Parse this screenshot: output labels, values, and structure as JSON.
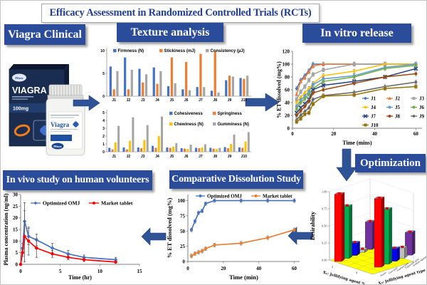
{
  "title": "Efficacy Assessment in Randomized Controlled Trials (RCTs)",
  "colors": {
    "header_bg": "#2b4c9b",
    "title_text": "#1f3d99",
    "arrow": "#2f5396"
  },
  "panels": {
    "viagra": {
      "label": "Viagra Clinical",
      "product": {
        "box_brand": "VIAGRA",
        "box_dose": "100mg",
        "bottle_brand": "Viagra",
        "maker": "Pfizer"
      }
    },
    "texture": {
      "label": "Texture analysis"
    },
    "invitro": {
      "label": "In vitro release"
    },
    "optimization": {
      "label": "Optimization"
    },
    "invivo": {
      "label": "In vivo study on human volunteers"
    },
    "dissolution": {
      "label": "Comparative Dissolution Study"
    }
  },
  "chart_data": [
    {
      "id": "texture-top",
      "type": "bar",
      "categories": [
        "J1",
        "J2",
        "J3",
        "J4",
        "J5",
        "J6",
        "J7",
        "J8",
        "J9",
        "J10"
      ],
      "ylim": [
        0,
        10
      ],
      "yticks": [
        0,
        5,
        10
      ],
      "series": [
        {
          "name": "Firmness (N)",
          "color": "#4472C4",
          "values": [
            6.5,
            8.5,
            6.0,
            6.3,
            2.2,
            1.5,
            2.0,
            1.2,
            3.5,
            4.0
          ]
        },
        {
          "name": "Stickiness (mJ)",
          "color": "#ED7D31",
          "values": [
            1.5,
            1.5,
            3.0,
            2.7,
            8.5,
            7.5,
            9.3,
            9.8,
            4.5,
            3.8
          ]
        },
        {
          "name": "Consistency (µJ)",
          "color": "#A5A5A5",
          "values": [
            5.5,
            5.8,
            4.8,
            5.5,
            2.8,
            1.3,
            2.0,
            0.8,
            4.3,
            4.5
          ]
        }
      ]
    },
    {
      "id": "texture-bottom",
      "type": "bar",
      "categories": [
        "J1",
        "J2",
        "J3",
        "J4",
        "J5",
        "J6",
        "J7",
        "J8",
        "J9",
        "J10"
      ],
      "ylim": [
        0,
        5
      ],
      "yticks": [
        0,
        1,
        2,
        3,
        4,
        5
      ],
      "series": [
        {
          "name": "Cohesiveness",
          "color": "#4472C4",
          "values": [
            0.5,
            0.55,
            0.55,
            0.75,
            0.55,
            0.45,
            0.5,
            0.5,
            0.6,
            0.55
          ]
        },
        {
          "name": "Springiness",
          "color": "#ED7D31",
          "values": [
            0.3,
            0.3,
            0.45,
            0.5,
            0.5,
            0.4,
            0.45,
            0.4,
            0.45,
            0.5
          ]
        },
        {
          "name": "Chewiness (N)",
          "color": "#FFC000",
          "values": [
            1.2,
            1.4,
            1.5,
            2.0,
            0.65,
            0.35,
            0.55,
            0.35,
            1.0,
            1.3
          ]
        },
        {
          "name": "Gumminess (N)",
          "color": "#A5A5A5",
          "values": [
            3.3,
            4.4,
            3.4,
            4.5,
            1.1,
            0.9,
            0.95,
            0.5,
            2.2,
            2.5
          ]
        }
      ]
    },
    {
      "id": "invitro-release",
      "type": "line",
      "x": [
        2,
        4,
        6,
        8,
        10,
        15,
        30,
        45,
        60
      ],
      "xlim": [
        0,
        63
      ],
      "xticks": [
        0,
        20,
        40,
        60
      ],
      "ylim": [
        0,
        120
      ],
      "yticks": [
        0,
        20,
        40,
        60,
        80,
        100,
        120
      ],
      "xlabel": "Time (mins)",
      "ylabel": "% ET dissolved (mg%)",
      "err": 3,
      "series": [
        {
          "name": "J1",
          "color": "#4472C4",
          "marker": "diamond",
          "values": [
            62,
            75,
            82,
            90,
            100,
            100,
            100,
            100,
            100
          ]
        },
        {
          "name": "J2",
          "color": "#ED7D31",
          "marker": "triangle",
          "values": [
            53,
            73,
            79,
            88,
            97,
            100,
            100,
            100,
            100
          ]
        },
        {
          "name": "J3",
          "color": "#A5A5A5",
          "marker": "square",
          "values": [
            45,
            57,
            65,
            75,
            84,
            91,
            100,
            100,
            100
          ]
        },
        {
          "name": "J4",
          "color": "#FFC000",
          "marker": "diamond",
          "values": [
            40,
            48,
            55,
            62,
            70,
            82,
            89,
            100,
            100
          ]
        },
        {
          "name": "J5",
          "color": "#5B9BD5",
          "marker": "circle",
          "values": [
            34,
            44,
            50,
            57,
            68,
            77,
            82,
            95,
            100
          ]
        },
        {
          "name": "J6",
          "color": "#70AD47",
          "marker": "circle",
          "values": [
            30,
            40,
            46,
            53,
            62,
            73,
            80,
            93,
            98
          ]
        },
        {
          "name": "J7",
          "color": "#264478",
          "marker": "x",
          "values": [
            24,
            32,
            38,
            45,
            60,
            67,
            73,
            80,
            93
          ]
        },
        {
          "name": "J8",
          "color": "#9E480E",
          "marker": "circle",
          "values": [
            20,
            27,
            34,
            42,
            55,
            60,
            70,
            80,
            85
          ]
        },
        {
          "name": "J9",
          "color": "#636363",
          "marker": "diamond",
          "values": [
            13,
            20,
            26,
            32,
            45,
            51,
            56,
            65,
            72
          ]
        },
        {
          "name": "J10",
          "color": "#997300",
          "marker": "square",
          "values": [
            10,
            15,
            22,
            24,
            38,
            50,
            52,
            62,
            65
          ]
        }
      ]
    },
    {
      "id": "invivo-study",
      "type": "line",
      "x": [
        0,
        0.25,
        0.5,
        1,
        2,
        4,
        6,
        8,
        12
      ],
      "xlim": [
        0,
        15
      ],
      "xticks": [
        0,
        5,
        10,
        15
      ],
      "ylim": [
        0,
        30
      ],
      "yticks": [
        0,
        5,
        10,
        15,
        20,
        25,
        30
      ],
      "xlabel": "Time (hr)",
      "ylabel": "Plasma concentration (ng/ml)",
      "series": [
        {
          "name": "Optimized OMJ",
          "color": "#4472C4",
          "marker": "diamond",
          "values": [
            0,
            7,
            18.5,
            12,
            10.5,
            7,
            4.5,
            3,
            2
          ],
          "err": [
            0,
            2,
            8,
            3.5,
            2.5,
            2,
            1.5,
            1,
            1
          ]
        },
        {
          "name": "Market tablet",
          "color": "#FF0000",
          "marker": "circle",
          "values": [
            0,
            5,
            12,
            10,
            7,
            4.5,
            3,
            2,
            1
          ],
          "err": [
            0,
            1.5,
            11,
            6,
            4,
            1.5,
            1,
            0.8,
            0.5
          ]
        }
      ]
    },
    {
      "id": "comparative-dissolution",
      "type": "line",
      "x": [
        2,
        4,
        6,
        8,
        10,
        15,
        30,
        45,
        60
      ],
      "xlim": [
        0,
        63
      ],
      "xticks": [
        0,
        20,
        40,
        60
      ],
      "ylim": [
        0,
        110
      ],
      "yticks": [
        0,
        25,
        50,
        75,
        100
      ],
      "xlabel": "Time (min)",
      "ylabel": "% ET dissolved (mg%)",
      "err": 3,
      "series": [
        {
          "name": "Optimized OMJ",
          "color": "#4472C4",
          "marker": "circle",
          "values": [
            52,
            66,
            80,
            83,
            95,
            100,
            100,
            100,
            100
          ]
        },
        {
          "name": "Market tablet",
          "color": "#ED7D31",
          "marker": "circle",
          "values": [
            9,
            13,
            15,
            17,
            21,
            27,
            30,
            39,
            52
          ]
        }
      ]
    },
    {
      "id": "optimization-3d",
      "type": "bar3d",
      "zlabel": "Desirability",
      "zticks": [
        "0.00",
        "0.25",
        "0.50",
        "0.75",
        "1.00"
      ],
      "x1_label": "X₁: Jellifying agent %",
      "x1_values": [
        "2",
        "4"
      ],
      "x2_label": "X₂: Jellifying agent type",
      "x2_categories": [
        "Pectin",
        "Guar gum",
        "Xanthan gum",
        "Tragacanth gum",
        "Sodium alginate"
      ],
      "bar_colors": [
        "#FF0000",
        "#00B050",
        "#0000FF",
        "#BFBFBF",
        "#7030A0"
      ],
      "floor_color": "#FFFF00",
      "groups": [
        {
          "x1": "2",
          "values": [
            0.98,
            0.76,
            0.18,
            0.04,
            0.4
          ]
        },
        {
          "x1": "4",
          "values": [
            1.0,
            0.8,
            0.18,
            0.15,
            0.33
          ]
        }
      ]
    }
  ]
}
